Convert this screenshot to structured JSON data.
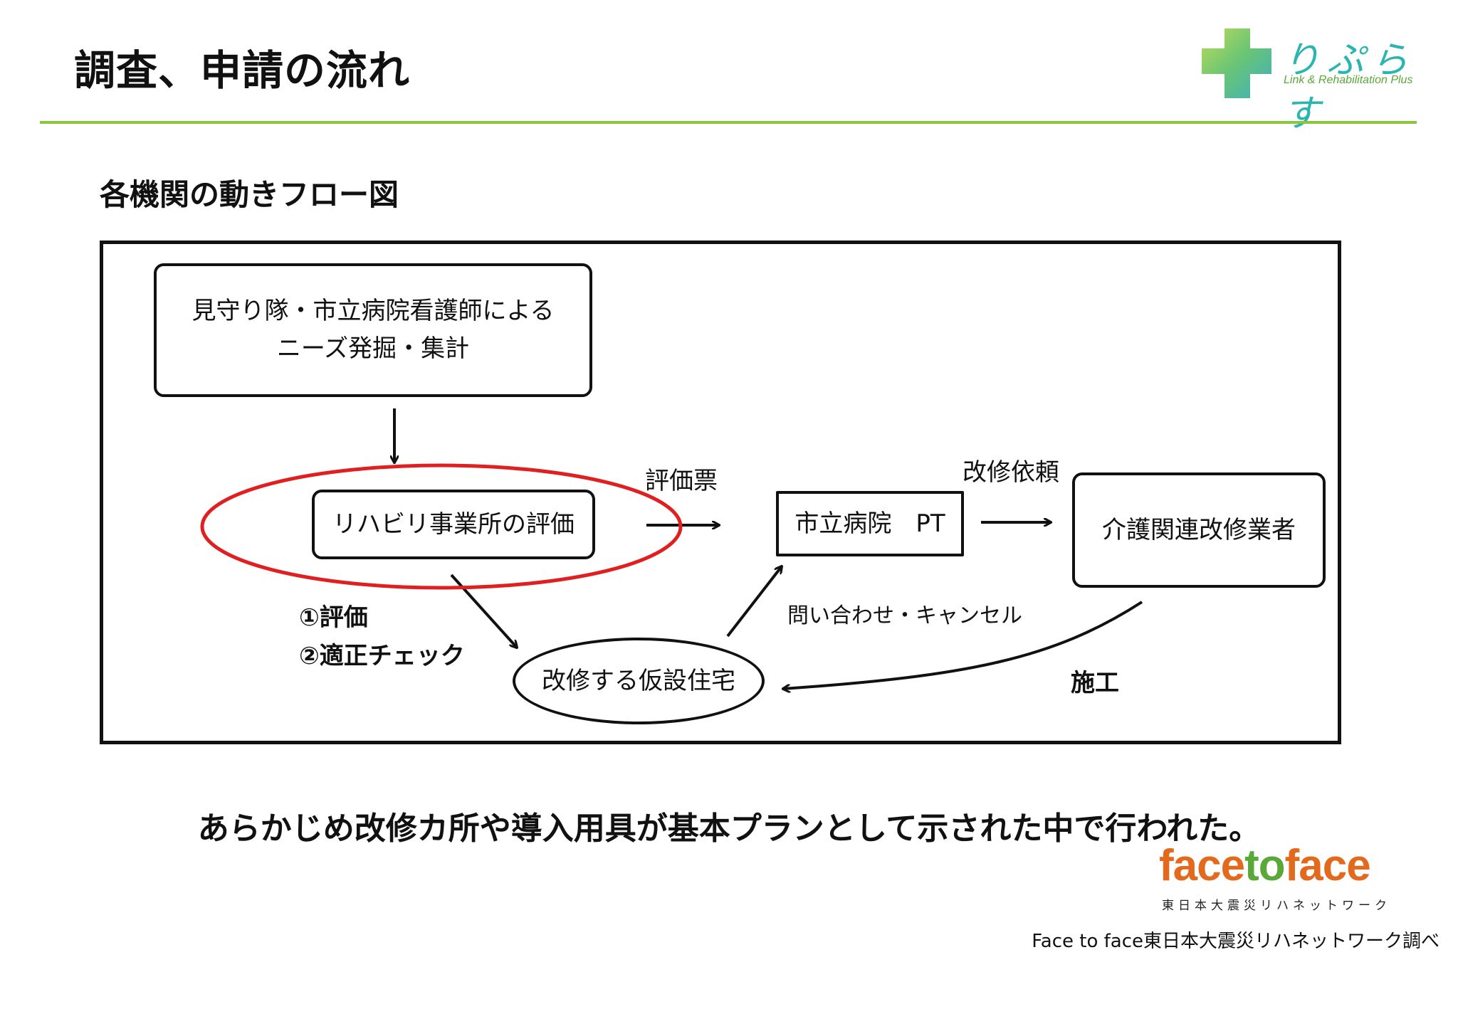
{
  "header": {
    "title": "調査、申請の流れ",
    "logo_text": "りぷらす",
    "logo_subtitle": "Link & Rehabilitation Plus"
  },
  "diagram": {
    "subtitle": "各機関の動きフロー図",
    "nodes": {
      "needs": "見守り隊・市立病院看護師による\nニーズ発掘・集計",
      "rehab": "リハビリ事業所の評価",
      "hospital": "市立病院　PT",
      "contractor": "介護関連改修業者",
      "housing": "改修する仮設住宅"
    },
    "edge_labels": {
      "eval_form": "評価票",
      "renovation_request": "改修依頼",
      "inquiry_cancel": "問い合わせ・キャンセル",
      "construction": "施工",
      "step1": "①評価",
      "step2": "②適正チェック"
    },
    "highlight_color": "#e02020"
  },
  "caption": "あらかじめ改修カ所や導入用具が基本プランとして示された中で行われた。",
  "footer": {
    "logo_part1": "face",
    "logo_part2": "to",
    "logo_part3": "face",
    "logo_sub": "東日本大震災リハネットワーク",
    "source": "Face to face東日本大震災リハネットワーク調べ"
  }
}
